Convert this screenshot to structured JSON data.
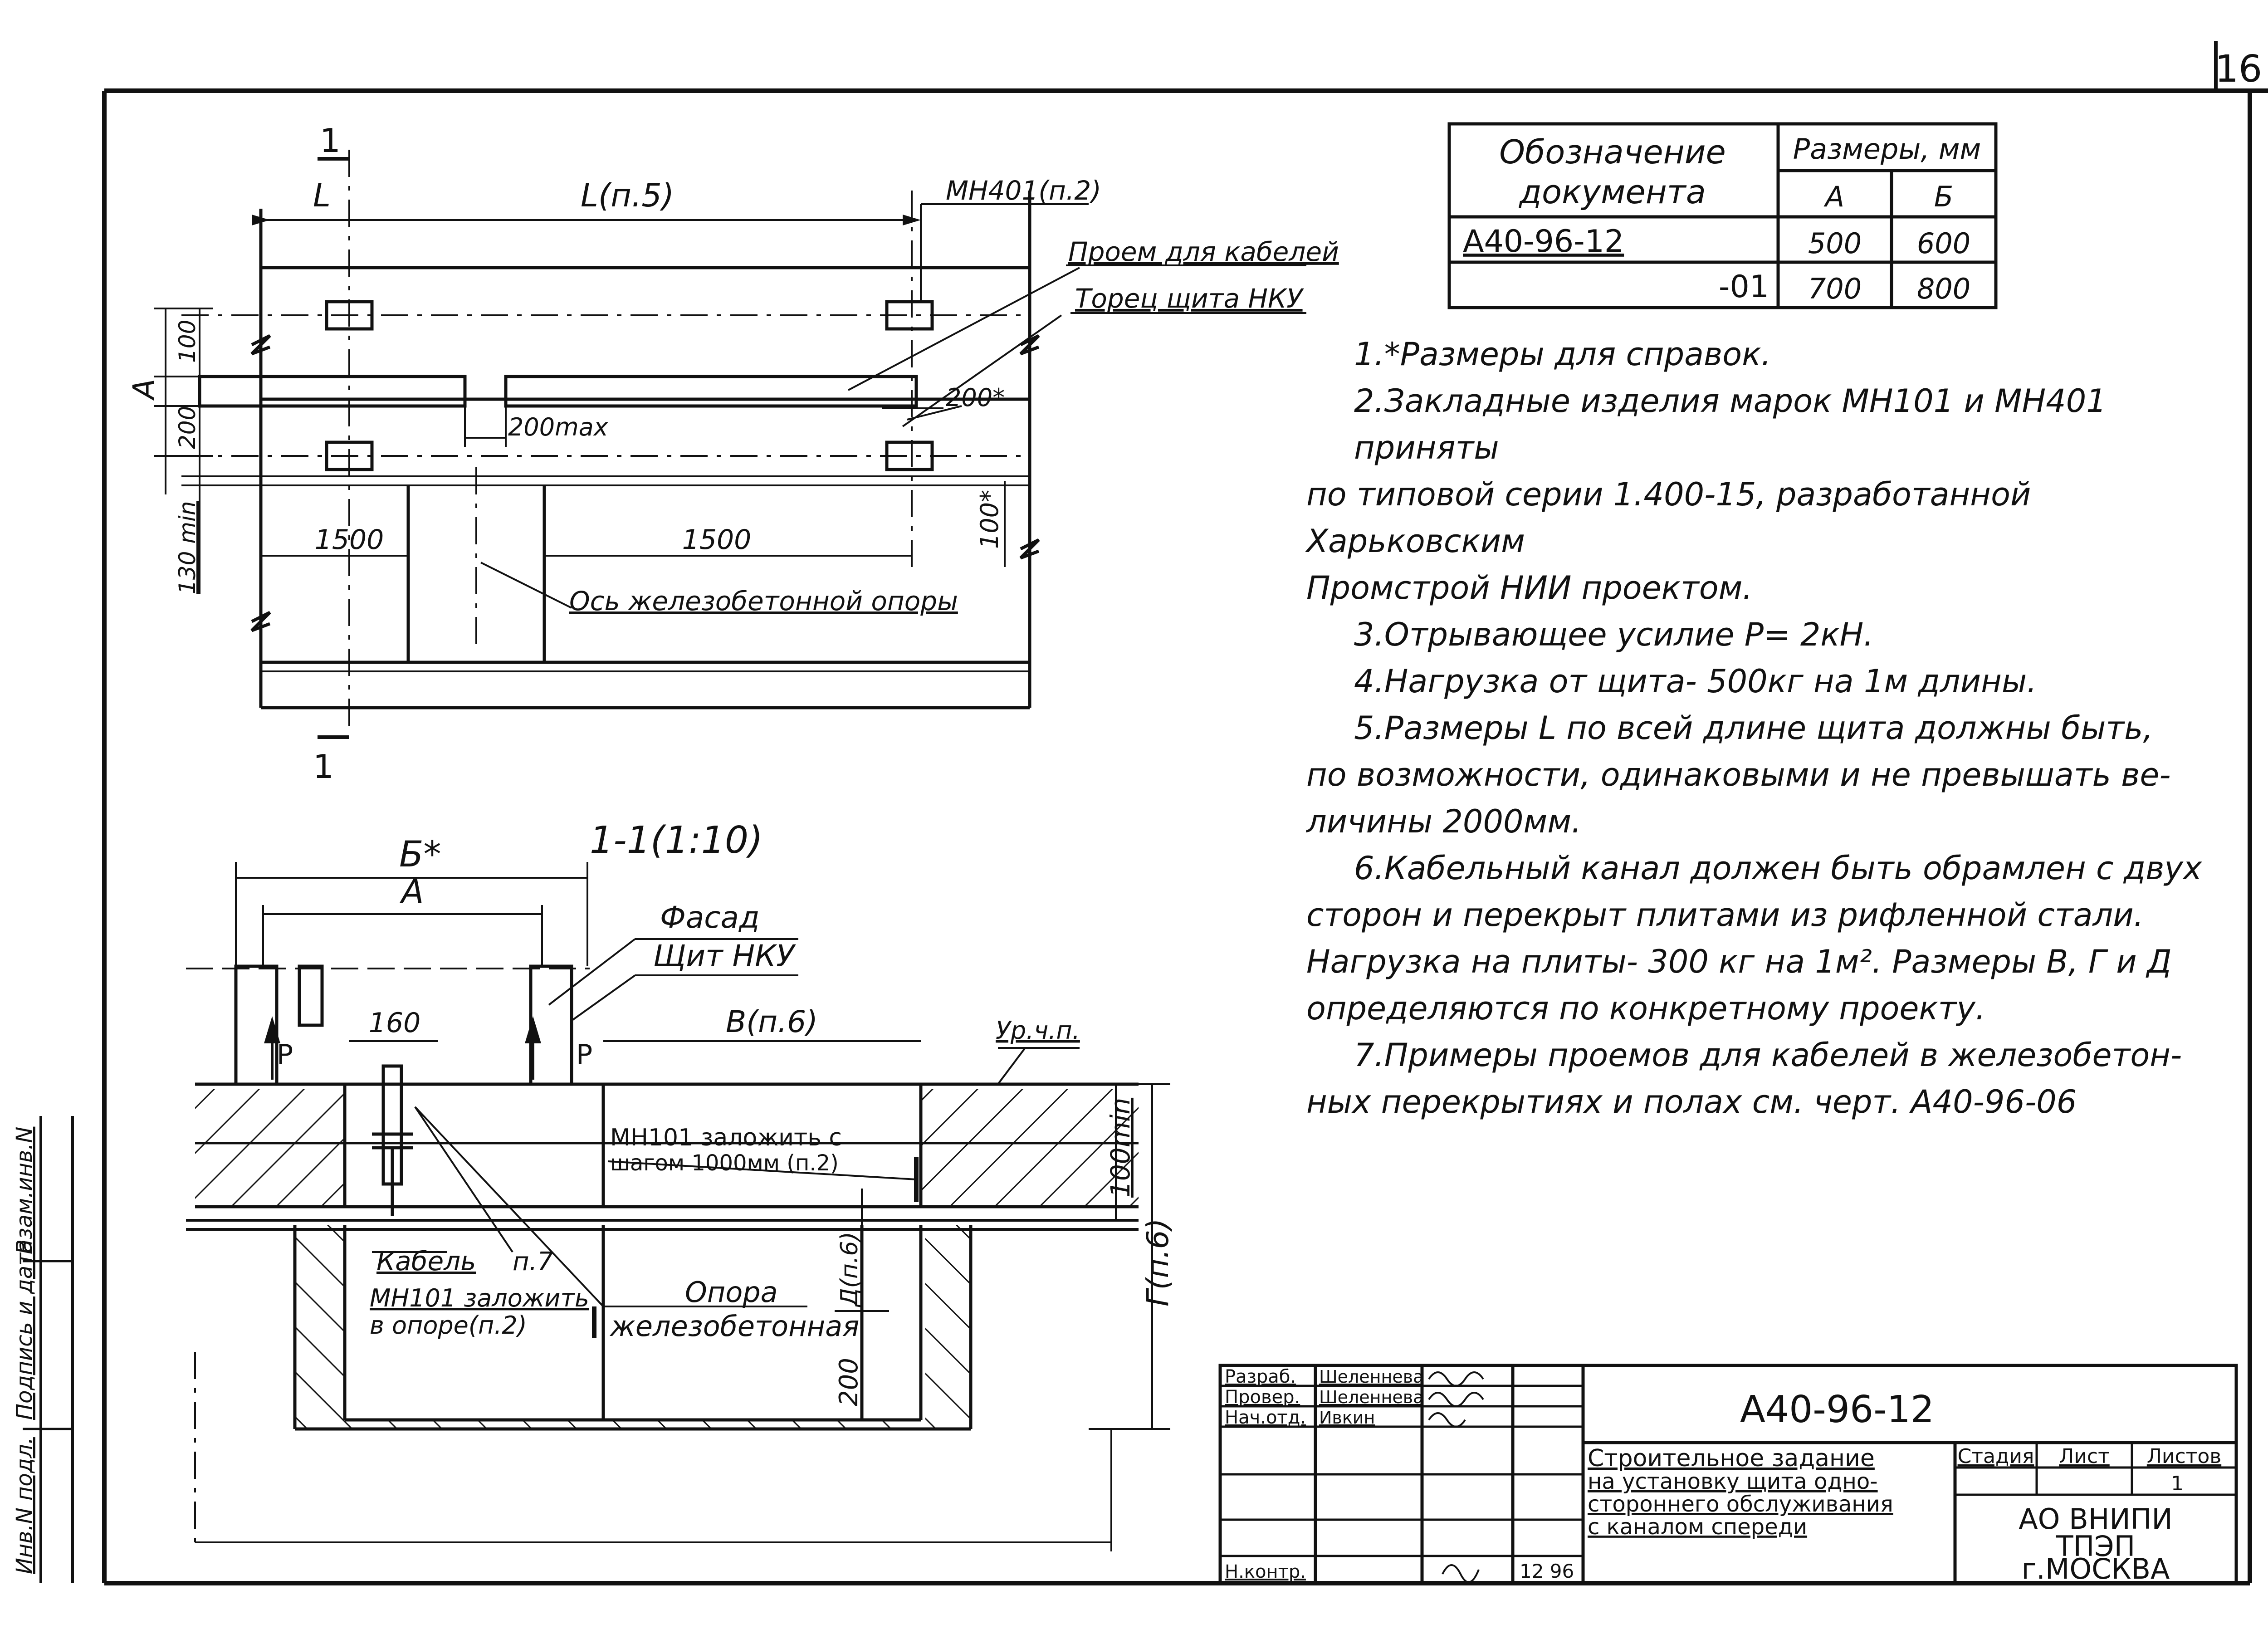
{
  "sheet_number": "16",
  "side_stamp": {
    "inv_podl": "Инв.N подл.",
    "podpis_data": "Подпись и дата",
    "vzam_inv": "Взам.инв.N"
  },
  "table": {
    "header_doc_line1": "Обозначение",
    "header_doc_line2": "документа",
    "header_sizes": "Размеры, мм",
    "col_a": "А",
    "col_b": "Б",
    "rows": [
      {
        "doc": "А40-96-12",
        "a": "500",
        "b": "600"
      },
      {
        "doc": "-01",
        "a": "700",
        "b": "800"
      }
    ]
  },
  "notes": [
    "1.*Размеры для справок.",
    "2.Закладные изделия марок МН101 и МН401 приняты",
    "по типовой серии 1.400-15, разработанной Харьковским",
    "Промстрой НИИ проектом.",
    "3.Отрывающее усилие Р= 2кН.",
    "4.Нагрузка от щита- 500кг на 1м длины.",
    "5.Размеры L по всей длине щита должны быть,",
    "по возможности, одинаковыми и не превышать ве-",
    "личины 2000мм.",
    "6.Кабельный канал должен быть обрамлен с двух",
    "сторон и перекрыт плитами из рифленной стали.",
    "Нагрузка на плиты- 300 кг на 1м². Размеры В, Г и Д",
    "определяются по конкретному проекту.",
    "7.Примеры проемов для кабелей в железобетон-",
    "ных перекрытиях и полах см. черт. А40-96-06"
  ],
  "plan_labels": {
    "section_mark": "1",
    "L": "L",
    "L_n5": "L(п.5)",
    "mn401": "МН401(п.2)",
    "cable_opening": "Проем для кабелей",
    "panel_end": "Торец щита НКУ",
    "dim_A": "А",
    "dim_100": "100",
    "dim_200": "200",
    "dim_200max": "200max",
    "dim_200star": "200*",
    "dim_130min": "130 min",
    "dim_1500_left": "1500",
    "dim_1500_right": "1500",
    "dim_100star": "100*",
    "support_axis": "Ось железобетонной опоры"
  },
  "section_labels": {
    "title": "1-1(1:10)",
    "B_star": "Б*",
    "A": "А",
    "facade": "Фасад",
    "panel": "Щит НКУ",
    "dim_160": "160",
    "B_n6": "В(п.6)",
    "level": "Ур.ч.п.",
    "P_left": "Р",
    "P_right": "Р",
    "mn101_step_line1": "МН101 заложить с",
    "mn101_step_line2": "шагом 1000мм (п.2)",
    "dim_100min": "100min",
    "G_n6": "Г(п.6)",
    "D_n6": "Д(п.6)",
    "cable": "Кабель",
    "p7": "п.7",
    "mn101_support_line1": "МН101 заложить",
    "mn101_support_line2": "в опоре(п.2)",
    "support_line1": "Опора",
    "support_line2": "железобетонная",
    "dim_200": "200"
  },
  "title_block": {
    "rows": [
      {
        "role": "Разраб.",
        "name": "Шеленнева"
      },
      {
        "role": "Провер.",
        "name": "Шеленнева"
      },
      {
        "role": "Нач.отд.",
        "name": "Ивкин"
      },
      {
        "role": "",
        "name": ""
      },
      {
        "role": "",
        "name": ""
      },
      {
        "role": "Н.контр.",
        "name": ""
      }
    ],
    "date": "12 96",
    "doc_code": "А40-96-12",
    "description_lines": [
      "Строительное задание",
      "на установку щита одно-",
      "стороннего обслуживания",
      "с каналом спереди"
    ],
    "col_stage": "Стадия",
    "col_sheet": "Лист",
    "col_sheets": "Листов",
    "sheet": "1",
    "org_line1": "АО ВНИПИ",
    "org_line2": "ТПЭП",
    "org_line3": "г.МОСКВА"
  }
}
